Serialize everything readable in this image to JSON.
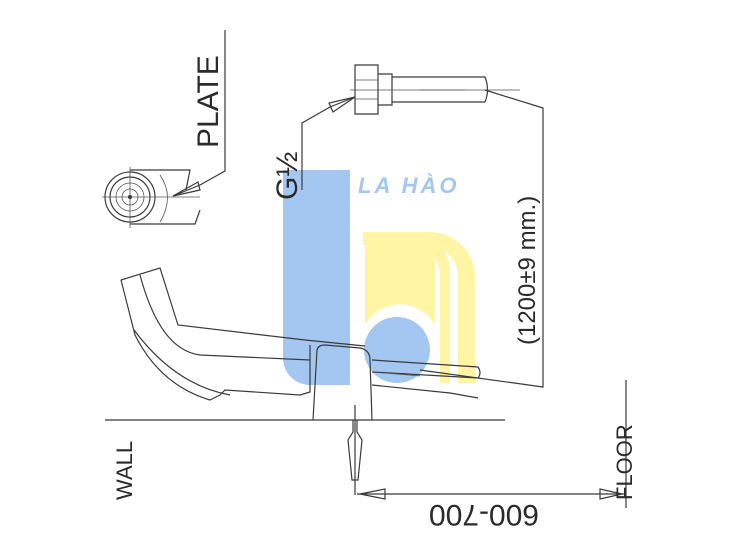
{
  "labels": {
    "plate": "PLATE",
    "thread": "G½",
    "hose_length": "(1200±9 mm.)",
    "wall": "WALL",
    "floor": "FLOOR",
    "height": "600-700"
  },
  "logo": {
    "text": "LA HÀO",
    "blue": "#9fc5f0",
    "yellow": "#fff5a0"
  }
}
